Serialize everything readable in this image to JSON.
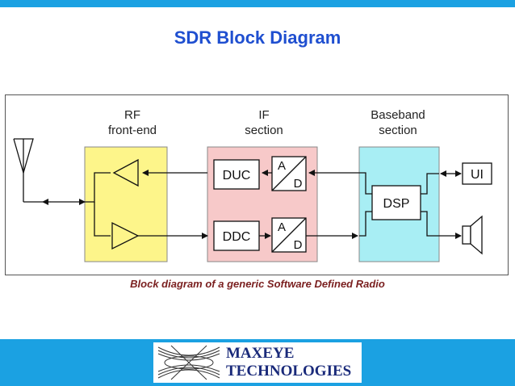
{
  "title": "SDR Block Diagram",
  "diagram": {
    "sections": {
      "rf": [
        "RF",
        "front-end"
      ],
      "if": [
        "IF",
        "section"
      ],
      "baseband": [
        "Baseband",
        "section"
      ]
    },
    "blocks": {
      "duc": "DUC",
      "ddc": "DDC",
      "ad_top": [
        "A",
        "D"
      ],
      "ad_bottom": [
        "A",
        "D"
      ],
      "dsp": "DSP",
      "ui": "UI"
    },
    "colors": {
      "rf_fill": "#fdf58a",
      "if_fill": "#f7c9c9",
      "baseband_fill": "#a8eef4"
    }
  },
  "caption": "Block diagram of a generic Software Defined Radio",
  "logo": {
    "line1": "MAXEYE",
    "line2": "TECHNOLOGIES"
  }
}
